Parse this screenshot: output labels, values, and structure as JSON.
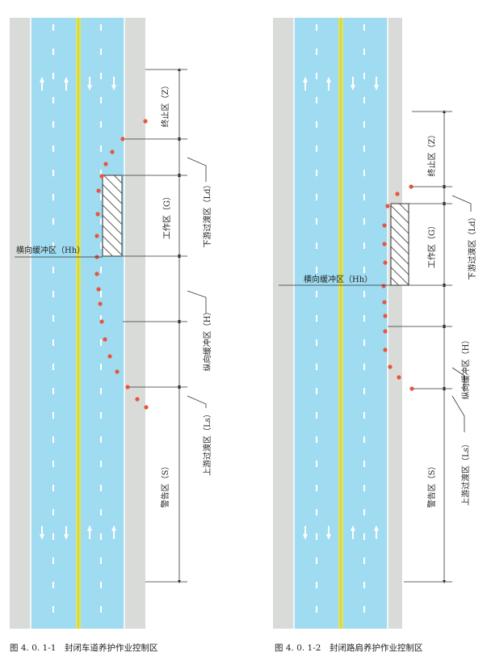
{
  "colors": {
    "road": "#9fdcf2",
    "shoulder": "#d9dbd9",
    "centerline": "#e2e35a",
    "cone": "#e8553c",
    "line": "#333333"
  },
  "figure1": {
    "caption": "图 4. 0. 1-1　封闭车道养护作业控制区",
    "zones": {
      "Z": "终止区（Z）",
      "G": "工作区（G）",
      "H": "纵向缓冲区（H）",
      "S": "警告区（S）",
      "Ld": "下游过渡区（Ld）",
      "Ls": "上游过渡区（Ls）",
      "Hh": "横向缓冲区（Hh）"
    }
  },
  "figure2": {
    "caption": "图 4. 0. 1-2　封闭路肩养护作业控制区",
    "zones": {
      "Z": "终止区（Z）",
      "G": "工作区（G）",
      "H": "纵向缓冲区（H）",
      "S": "警告区（S）",
      "Ld": "下游过渡区（Ld）",
      "Ls": "上游过渡区（Ls）",
      "Hh": "横向缓冲区（Hh）"
    }
  }
}
